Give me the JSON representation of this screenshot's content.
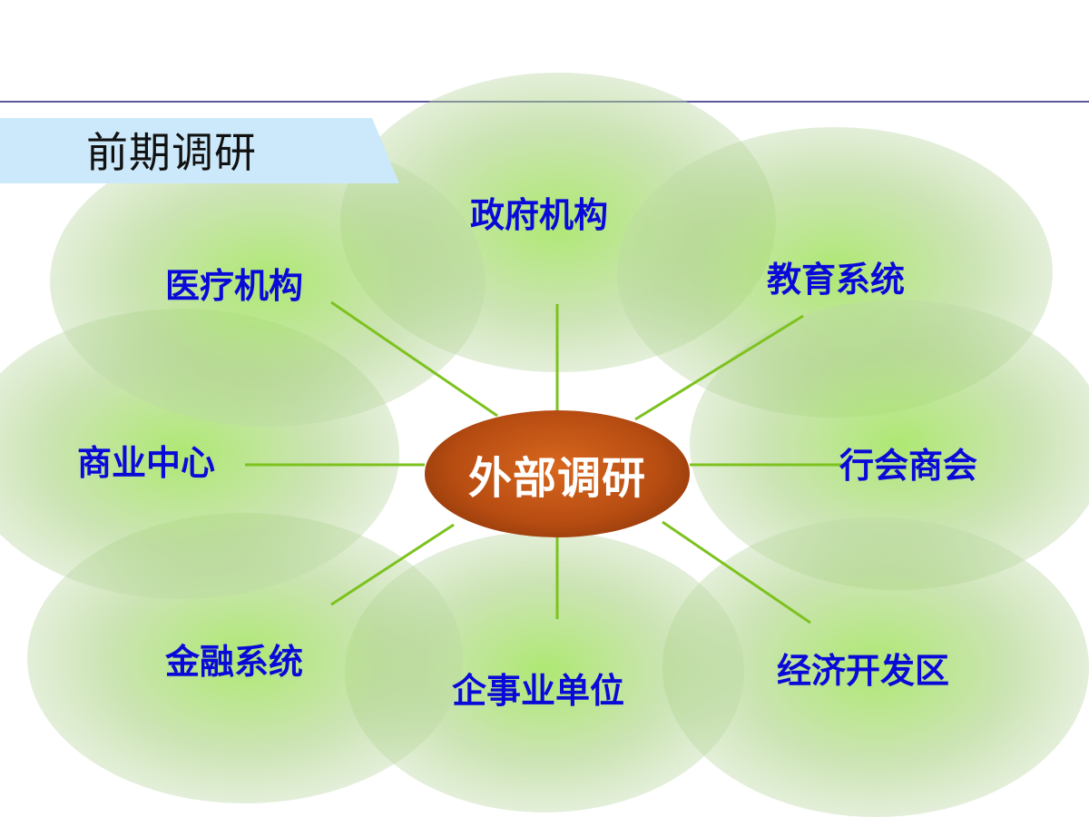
{
  "header": {
    "title": "前期调研"
  },
  "diagram": {
    "center": "外部调研",
    "nodes": [
      {
        "label": "政府机构"
      },
      {
        "label": "教育系统"
      },
      {
        "label": "行会商会"
      },
      {
        "label": "经济开发区"
      },
      {
        "label": "企事业单位"
      },
      {
        "label": "金融系统"
      },
      {
        "label": "商业中心"
      },
      {
        "label": "医疗机构"
      }
    ]
  },
  "colors": {
    "label": "#0a0ad8",
    "center": "#b84d12",
    "connector": "#7dc21e",
    "banner": "#cce9fb"
  }
}
